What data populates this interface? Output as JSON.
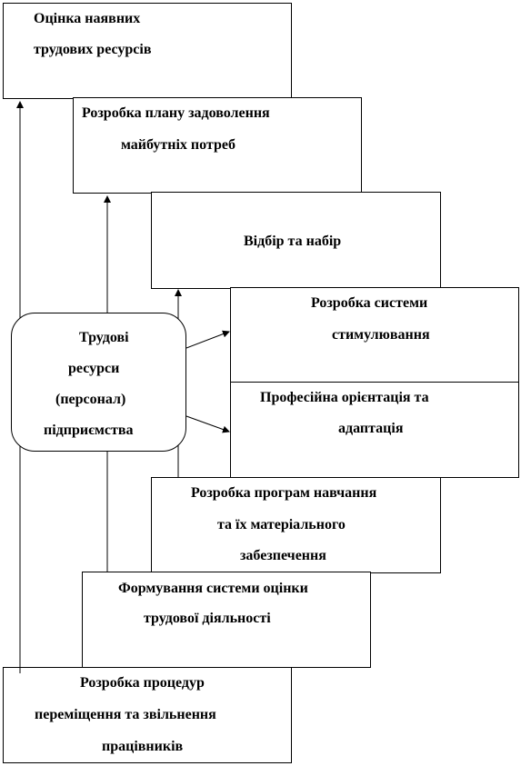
{
  "boxes": {
    "b1": {
      "lines": [
        "Оцінка наявних",
        "трудових ресурсів"
      ]
    },
    "b2": {
      "lines": [
        "Розробка плану задоволення",
        "майбутніх потреб"
      ]
    },
    "b3": {
      "lines": [
        "Відбір та набір"
      ]
    },
    "b4": {
      "lines": [
        "Розробка системи",
        "стимулювання"
      ]
    },
    "b5": {
      "lines": [
        "Професійна орієнтація та",
        "адаптація"
      ]
    },
    "b6": {
      "lines": [
        "Розробка програм навчання",
        "та їх матеріального",
        "забезпечення"
      ]
    },
    "b7": {
      "lines": [
        "Формування системи оцінки",
        "трудової діяльності"
      ]
    },
    "b8": {
      "lines": [
        "Розробка процедур",
        "переміщення та звільнення",
        "працівників"
      ]
    }
  },
  "center": {
    "lines": [
      "Трудові",
      "ресурси",
      "(персонал)",
      "підприємства"
    ]
  }
}
